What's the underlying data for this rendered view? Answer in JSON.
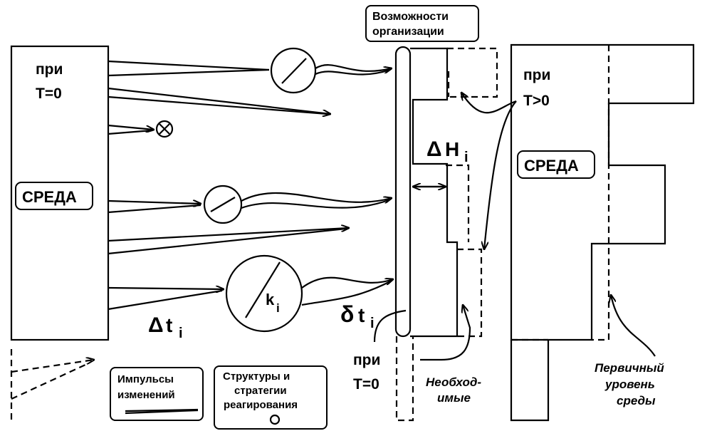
{
  "left_block": {
    "condition_line1": "при",
    "condition_line2": "T=0",
    "env_label": "СРЕДА"
  },
  "right_block": {
    "condition_line1": "при",
    "condition_line2": "T>0",
    "env_label": "СРЕДА"
  },
  "org": {
    "title_line1": "Возможности",
    "title_line2": "организации",
    "cond_line1": "при",
    "cond_line2": "T=0"
  },
  "symbols": {
    "delta_h_symbol": "Δ",
    "delta_h_letter": "H",
    "delta_h_sub": "i",
    "delta_t_symbol": "Δ",
    "delta_t_letter": "t",
    "delta_t_sub": "i",
    "small_delta_symbol": "δ",
    "small_delta_letter": "t",
    "small_delta_sub": "i",
    "k_letter": "k",
    "k_sub": "i"
  },
  "annotations": {
    "necessary_line1": "Необход-",
    "necessary_line2": "имые",
    "primary_line1": "Первичный",
    "primary_line2": "уровень",
    "primary_line3": "среды"
  },
  "legend": {
    "impulses_line1": "Импульсы",
    "impulses_line2": "изменений",
    "structures_line1": "Структуры и",
    "structures_line2": "стратегии",
    "structures_line3": "реагирования"
  }
}
